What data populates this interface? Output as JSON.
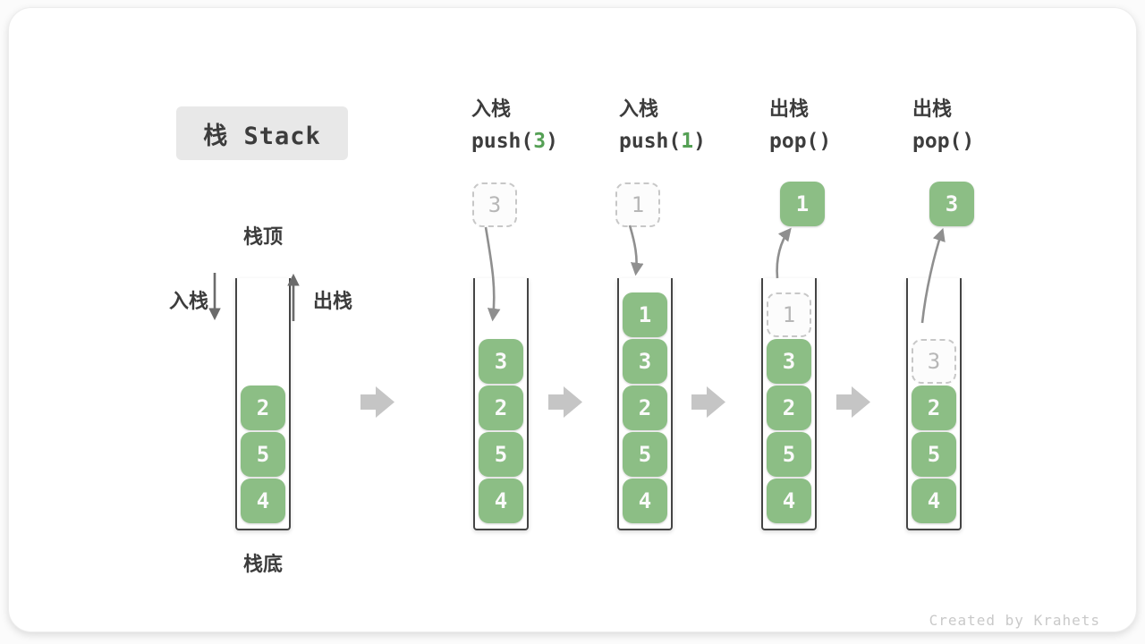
{
  "title": {
    "text": "栈 Stack"
  },
  "watermark": {
    "text": "Created by Krahets"
  },
  "legend": {
    "stack_top": "栈顶",
    "stack_bottom": "栈底",
    "push": "入栈",
    "pop": "出栈"
  },
  "initial_stack": {
    "items": [
      {
        "value": "2"
      },
      {
        "value": "5"
      },
      {
        "value": "4"
      }
    ]
  },
  "operations": [
    {
      "label": "入栈",
      "code": {
        "pre": "push(",
        "arg": "3",
        "post": ")"
      },
      "floating_box": {
        "value": "3",
        "style": "dashed"
      },
      "stack": [
        {
          "value": "3",
          "style": "solid"
        },
        {
          "value": "2",
          "style": "solid"
        },
        {
          "value": "5",
          "style": "solid"
        },
        {
          "value": "4",
          "style": "solid"
        }
      ]
    },
    {
      "label": "入栈",
      "code": {
        "pre": "push(",
        "arg": "1",
        "post": ")"
      },
      "floating_box": {
        "value": "1",
        "style": "dashed"
      },
      "stack": [
        {
          "value": "1",
          "style": "solid"
        },
        {
          "value": "3",
          "style": "solid"
        },
        {
          "value": "2",
          "style": "solid"
        },
        {
          "value": "5",
          "style": "solid"
        },
        {
          "value": "4",
          "style": "solid"
        }
      ]
    },
    {
      "label": "出栈",
      "code": {
        "pre": "pop()",
        "arg": "",
        "post": ""
      },
      "floating_box": {
        "value": "1",
        "style": "solid"
      },
      "stack": [
        {
          "value": "1",
          "style": "dashed"
        },
        {
          "value": "3",
          "style": "solid"
        },
        {
          "value": "2",
          "style": "solid"
        },
        {
          "value": "5",
          "style": "solid"
        },
        {
          "value": "4",
          "style": "solid"
        }
      ]
    },
    {
      "label": "出栈",
      "code": {
        "pre": "pop()",
        "arg": "",
        "post": ""
      },
      "floating_box": {
        "value": "3",
        "style": "solid"
      },
      "stack": [
        {
          "value": "3",
          "style": "dashed"
        },
        {
          "value": "2",
          "style": "solid"
        },
        {
          "value": "5",
          "style": "solid"
        },
        {
          "value": "4",
          "style": "solid"
        }
      ]
    }
  ],
  "colors": {
    "box_green": "#8CBE85",
    "code_arg_green": "#55A055",
    "curve_arrow_gray": "#8F8F8F",
    "side_arrow_gray": "#6B6B6B",
    "block_arrow_gray": "#C5C5C5",
    "title_bg": "#E8E8E8",
    "text_dark": "#3C3C3C"
  }
}
